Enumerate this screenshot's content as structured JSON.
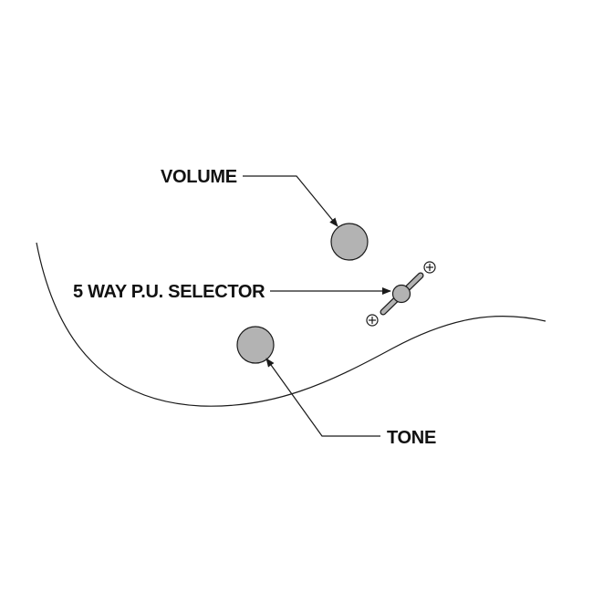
{
  "labels": {
    "volume": "VOLUME",
    "selector": "5 WAY P.U. SELECTOR",
    "tone": "TONE"
  },
  "colors": {
    "background": "#ffffff",
    "line": "#1a1a1a",
    "knob_fill": "#b3b3b3",
    "text": "#111111"
  },
  "icons": {
    "knob": "knob-icon",
    "selector_switch": "selector-switch-icon",
    "screw": "screw-icon"
  }
}
